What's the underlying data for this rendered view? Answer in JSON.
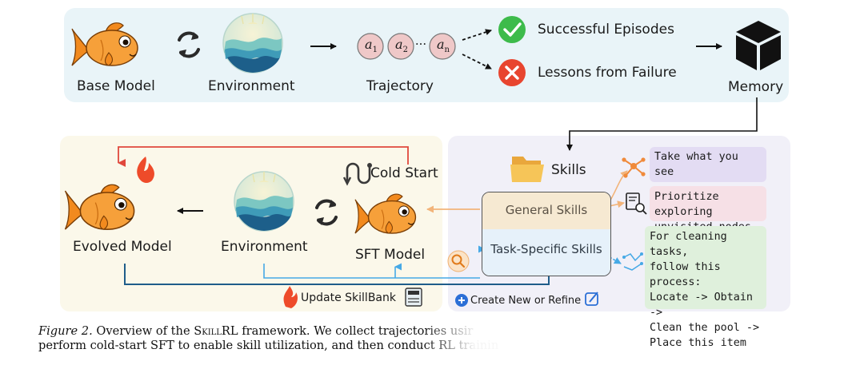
{
  "top_row": {
    "base_model": "Base Model",
    "environment": "Environment",
    "trajectory": "Trajectory",
    "action_1": "a",
    "action_1_sub": "1",
    "action_2": "a",
    "action_2_sub": "2",
    "action_ellipsis": "···",
    "action_n": "a",
    "action_n_sub": "n",
    "successful": "Successful Episodes",
    "lessons": "Lessons from Failure",
    "memory": "Memory"
  },
  "bottom_left": {
    "evolved_model": "Evolved Model",
    "environment": "Environment",
    "sft_model": "SFT Model",
    "cold_start": "Cold Start",
    "update_skillbank": "Update SkillBank"
  },
  "skills": {
    "title": "Skills",
    "general": "General Skills",
    "task_specific": "Task-Specific Skills",
    "create_refine": "Create New or Refine",
    "card_1": "Take what you see",
    "card_2": [
      "Prioritize exploring",
      "unvisited nodes"
    ],
    "card_3": [
      "For cleaning tasks,",
      "follow this process:",
      "Locate -> Obtain ->",
      "Clean the pool ->",
      "Place this item"
    ]
  },
  "caption": {
    "figure_label": "Figure 2.",
    "line1_a": " Overview of the ",
    "line1_brand": "SkillRL",
    "line1_b": " framework. We collect trajectories usir",
    "line2": "perform cold-start SFT to enable skill utilization, and then conduct RL trainin"
  },
  "colors": {
    "arrow_red": "#e0483c",
    "arrow_blue": "#1f5d8a",
    "arrow_lightblue": "#46a9e6",
    "arrow_orange": "#f2b47a",
    "success_green": "#3dbb4b",
    "fail_red": "#e8452f",
    "fish_orange": "#f4932a"
  }
}
